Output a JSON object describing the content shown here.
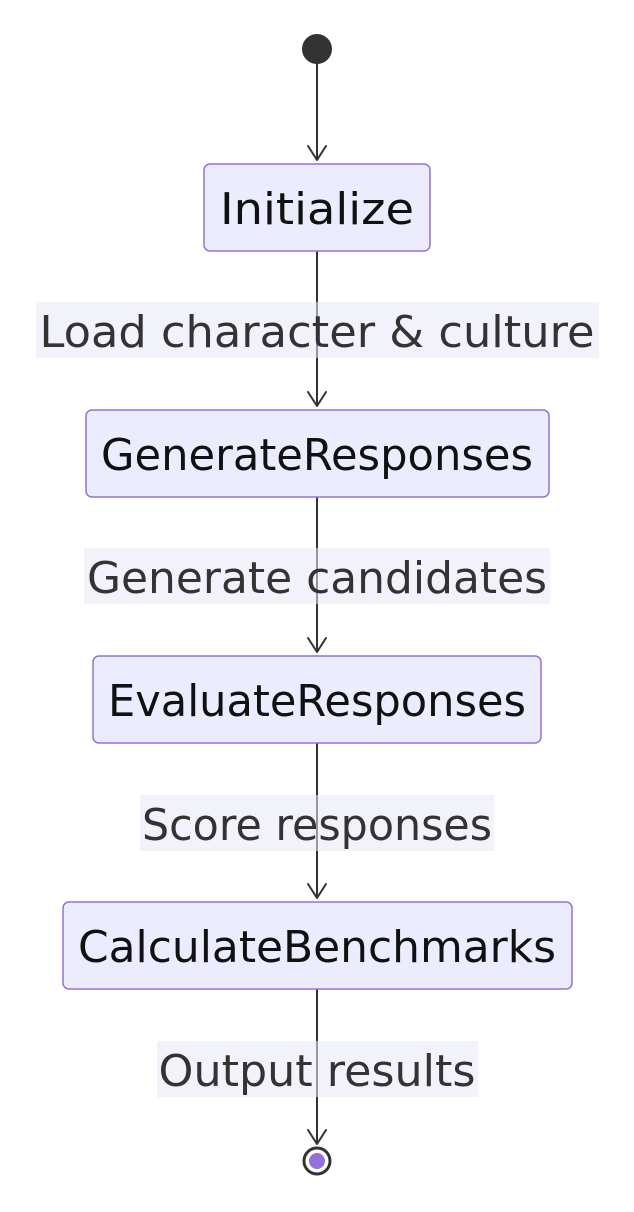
{
  "diagram": {
    "type": "state-diagram",
    "states": [
      {
        "id": "initialize",
        "label": "Initialize"
      },
      {
        "id": "generate-responses",
        "label": "GenerateResponses"
      },
      {
        "id": "evaluate-responses",
        "label": "EvaluateResponses"
      },
      {
        "id": "calculate-benchmarks",
        "label": "CalculateBenchmarks"
      }
    ],
    "transitions": [
      {
        "from": "start",
        "to": "initialize",
        "label": ""
      },
      {
        "from": "initialize",
        "to": "generate-responses",
        "label": "Load character & culture"
      },
      {
        "from": "generate-responses",
        "to": "evaluate-responses",
        "label": "Generate candidates"
      },
      {
        "from": "evaluate-responses",
        "to": "calculate-benchmarks",
        "label": "Score responses"
      },
      {
        "from": "calculate-benchmarks",
        "to": "end",
        "label": "Output results"
      }
    ],
    "colors": {
      "state_fill": "#ececff",
      "state_border": "#9370db",
      "line": "#333333",
      "end_marker_inner": "#9370db"
    }
  }
}
